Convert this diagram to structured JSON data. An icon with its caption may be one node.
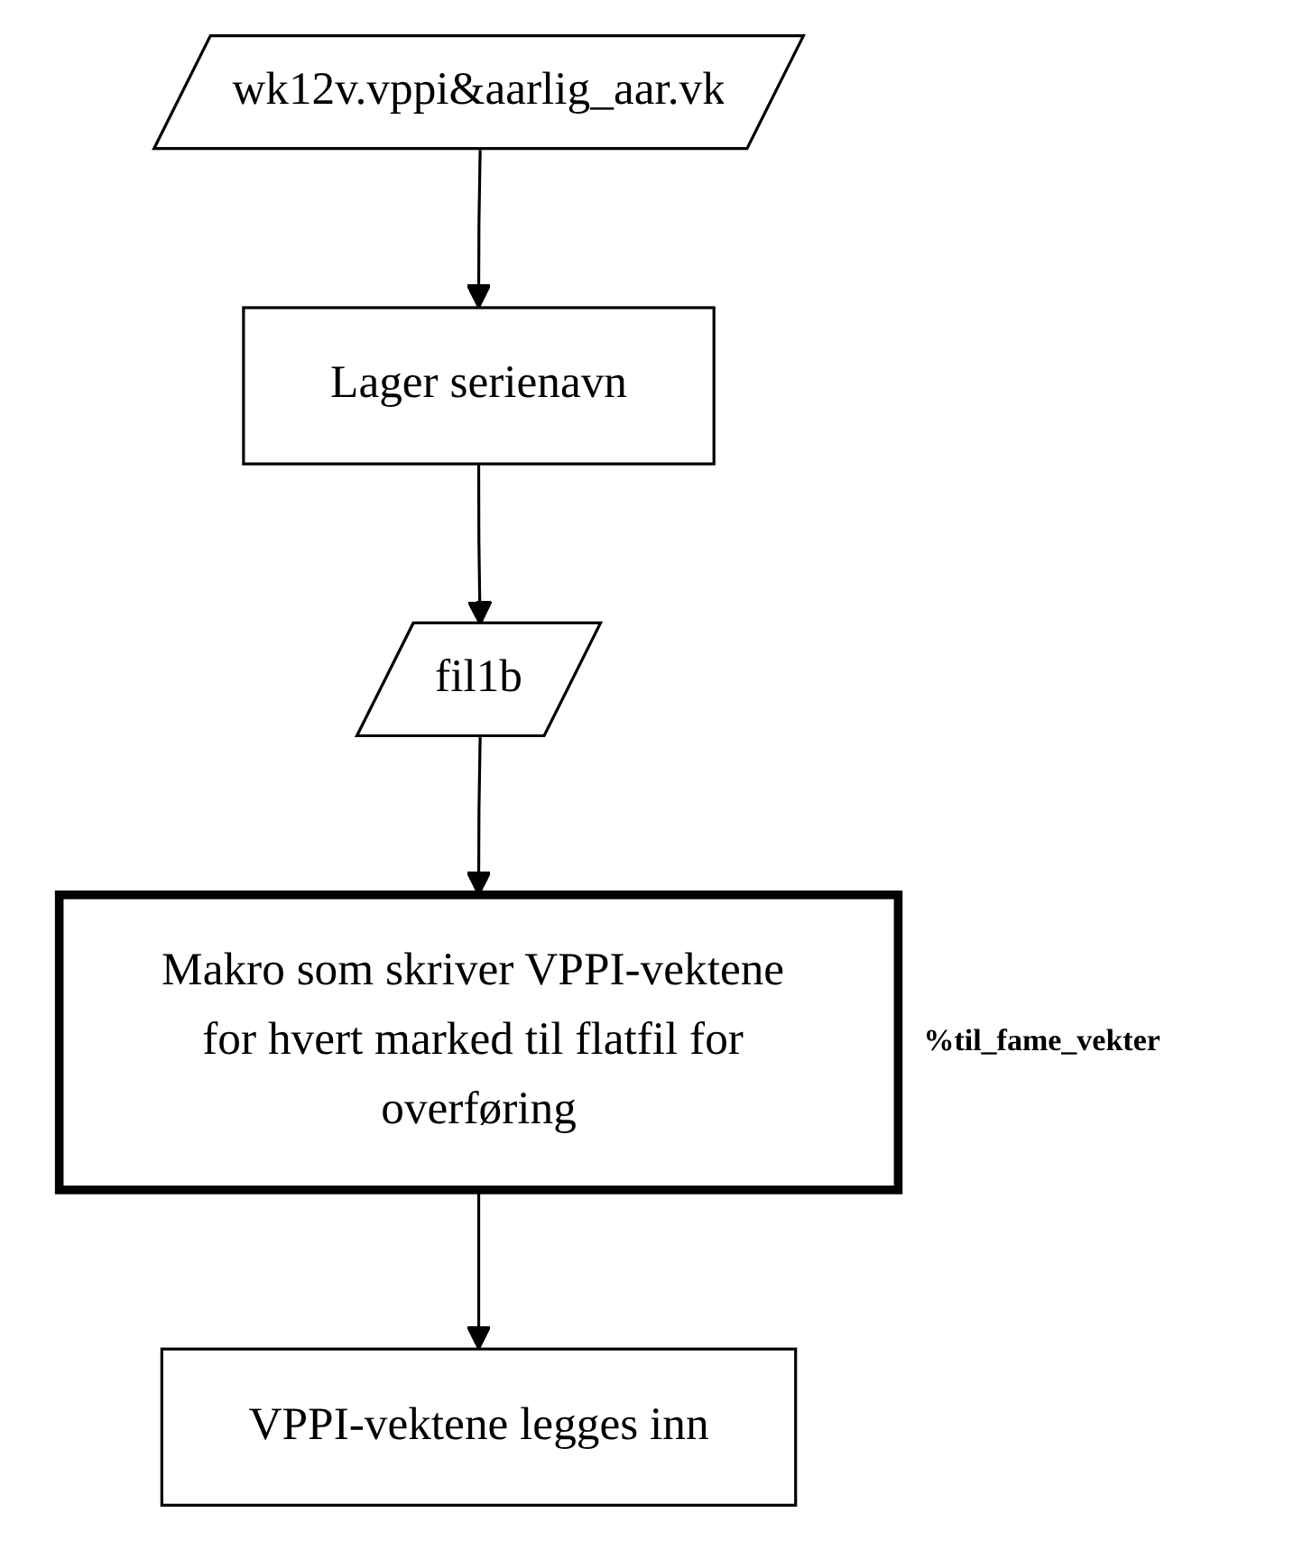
{
  "diagram": {
    "nodes": [
      {
        "text": [
          "wk12v.vppi&aarlig_aar.vk"
        ]
      },
      {
        "text": [
          "Lager serienavn"
        ]
      },
      {
        "text": [
          "fil1b"
        ]
      },
      {
        "text": [
          "Makro som skriver VPPI-vektene for hvert marked til flatfil for overføring"
        ],
        "beside": [
          "%til_fame_vekter"
        ]
      },
      {
        "text": [
          "VPPI-vektene legges inn"
        ]
      }
    ],
    "edges": [
      {
        "from": 0,
        "to": 1,
        "arrow": "to"
      },
      {
        "from": 1,
        "to": 2,
        "arrow": "to"
      },
      {
        "from": 2,
        "to": 3,
        "arrow": "to"
      },
      {
        "from": 3,
        "to": 4,
        "arrow": "to"
      }
    ]
  }
}
